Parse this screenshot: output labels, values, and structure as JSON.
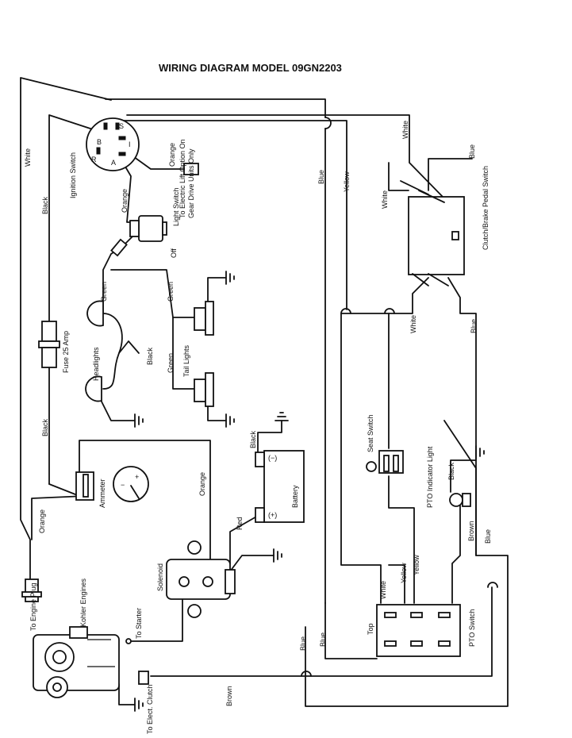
{
  "title": "WIRING DIAGRAM MODEL 09GN2203",
  "components": {
    "ignition_switch": "Ignition Switch",
    "terminal_b": "B",
    "terminal_s": "S",
    "terminal_r": "R",
    "terminal_i": "I",
    "terminal_a": "A",
    "electric_lift": "To Electric Lift Option On Gear Drive Units Only",
    "light_switch": "Light Switch",
    "off": "Off",
    "fuse": "Fuse 25 Amp",
    "headlights": "Headlights",
    "tail_lights": "Tail Lights",
    "ammeter": "Ammeter",
    "battery": "Battery",
    "solenoid": "Solenoid",
    "to_starter": "To Starter",
    "kohler": "Kohler Engines",
    "engine_plug": "To Engine Plug",
    "elect_clutch": "To Elect. Clutch",
    "clutch_brake": "Clutch/Brake Pedal Switch",
    "seat_switch": "Seat Switch",
    "pto_light": "PTO Indicator Light",
    "pto_switch": "PTO Switch",
    "top": "Top"
  },
  "wire_colors": {
    "white": "White",
    "black": "Black",
    "orange": "Orange",
    "blue": "Blue",
    "yellow": "Yellow",
    "green": "Green",
    "red": "Red",
    "brown": "Brown"
  },
  "battery_plus": "(+)",
  "battery_minus": "(−)"
}
